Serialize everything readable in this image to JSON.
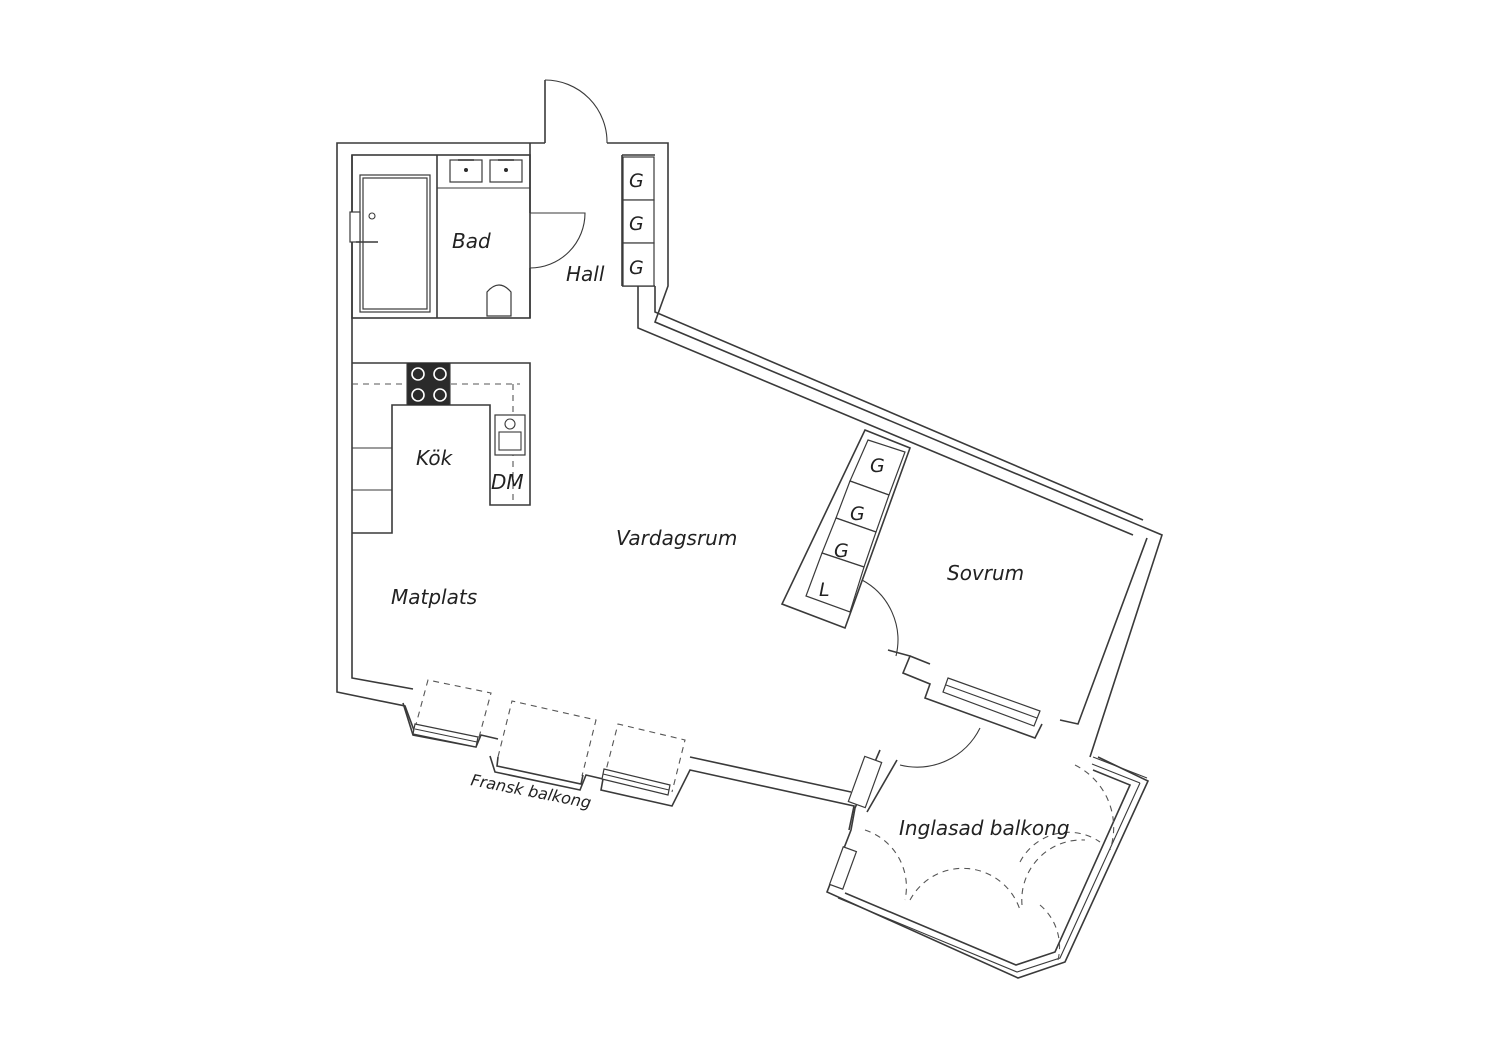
{
  "rooms": {
    "bad": "Bad",
    "hall": "Hall",
    "kok": "Kök",
    "dm": "DM",
    "vardagsrum": "Vardagsrum",
    "matplats": "Matplats",
    "sovrum": "Sovrum",
    "inglasad_balkong": "Inglasad balkong",
    "fransk_balkong": "Fransk balkong"
  },
  "closets": {
    "hall": [
      "G",
      "G",
      "G"
    ],
    "bedroom": [
      "G",
      "G",
      "G",
      "L"
    ]
  },
  "colors": {
    "wall": "#3a3a3a",
    "stove": "#2b2b2b",
    "background": "#ffffff"
  }
}
